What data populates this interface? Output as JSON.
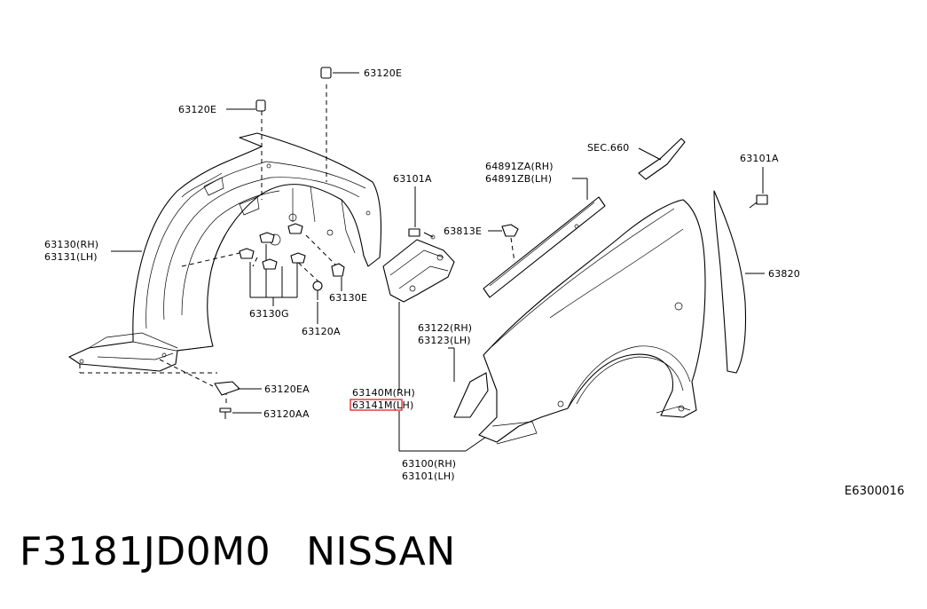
{
  "labels": {
    "c63120E_top": "63120E",
    "c63120E_left": "63120E",
    "c63130": "63130(RH)",
    "c63131": "63131(LH)",
    "c63130G": "63130G",
    "c63130E": "63130E",
    "c63120A": "63120A",
    "c63120EA": "63120EA",
    "c63120AA": "63120AA",
    "c63101A_mid": "63101A",
    "c63813E": "63813E",
    "c64891ZA": "64891ZA(RH)",
    "c64891ZB": "64891ZB(LH)",
    "sec660": "SEC.660",
    "c63101A_right": "63101A",
    "c63820": "63820",
    "c63122": "63122(RH)",
    "c63123": "63123(LH)",
    "c63140M": "63140M(RH)",
    "c63141M": "63141M(LH)",
    "c63100": "63100(RH)",
    "c63101": "63101(LH)",
    "code": "E6300016"
  },
  "highlight_color": "#e02020",
  "footer": {
    "part_number": "F3181JD0M0",
    "brand": "NISSAN"
  }
}
